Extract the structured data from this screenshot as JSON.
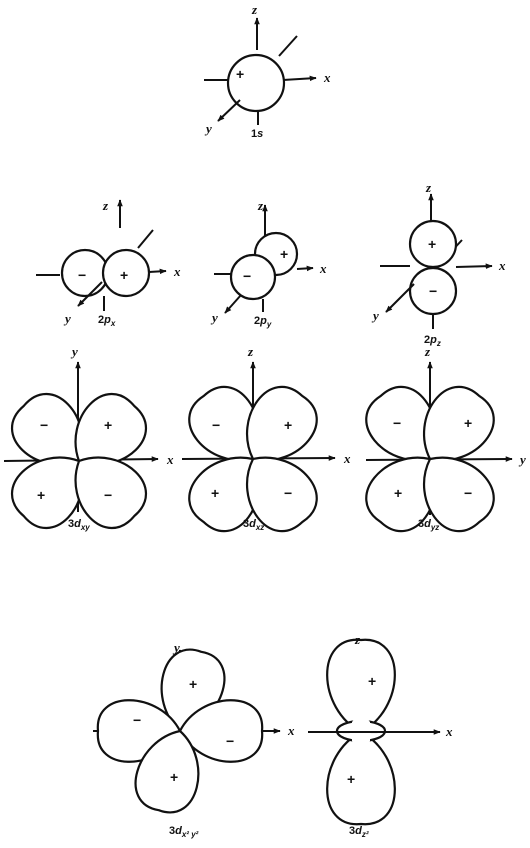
{
  "axes": {
    "x": "x",
    "y": "y",
    "z": "z"
  },
  "signs": {
    "plus": "+",
    "minus": "−"
  },
  "orbitals": {
    "s1": {
      "prefix": "1",
      "letter": "s",
      "sub": ""
    },
    "p_x": {
      "prefix": "2",
      "letter": "p",
      "sub": "x"
    },
    "p_y": {
      "prefix": "2",
      "letter": "p",
      "sub": "y"
    },
    "p_z": {
      "prefix": "2",
      "letter": "p",
      "sub": "z"
    },
    "d_xy": {
      "prefix": "3",
      "letter": "d",
      "sub": "xy"
    },
    "d_xz": {
      "prefix": "3",
      "letter": "d",
      "sub": "xz"
    },
    "d_yz": {
      "prefix": "3",
      "letter": "d",
      "sub": "yz"
    },
    "d_x2y2": {
      "prefix": "3",
      "letter": "d",
      "sub": "x² y²"
    },
    "d_z2": {
      "prefix": "3",
      "letter": "d",
      "sub": "z²"
    }
  },
  "colors": {
    "ink": "#111111",
    "paper": "#ffffff"
  }
}
